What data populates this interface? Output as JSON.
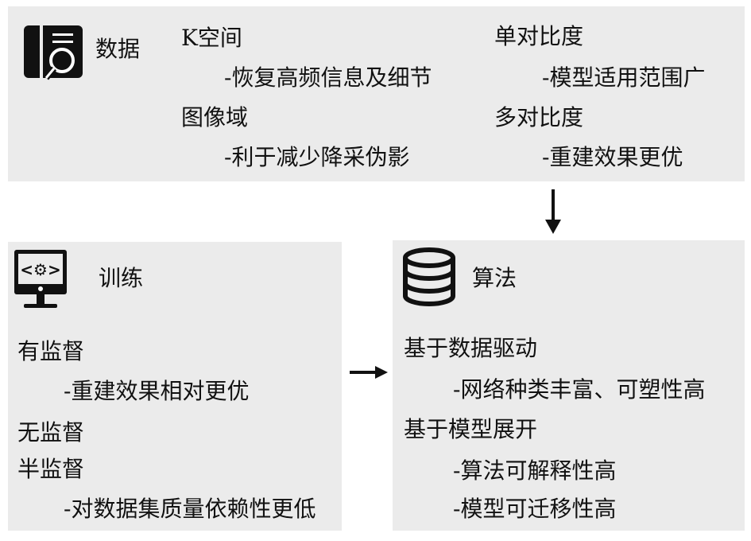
{
  "data_section": {
    "title": "数据",
    "items": [
      {
        "label": "K空间",
        "note": "-恢复高频信息及细节"
      },
      {
        "label": "图像域",
        "note": "-利于减少降采伪影"
      },
      {
        "label": "单对比度",
        "note": "-模型适用范围广"
      },
      {
        "label": "多对比度",
        "note": "-重建效果更优"
      }
    ]
  },
  "training_section": {
    "title": "训练",
    "items": [
      {
        "label": "有监督",
        "note": "-重建效果相对更优"
      },
      {
        "label": "无监督"
      },
      {
        "label": "半监督",
        "note": "-对数据集质量依赖性更低"
      }
    ]
  },
  "algorithm_section": {
    "title": "算法",
    "items": [
      {
        "label": "基于数据驱动",
        "note": "-网络种类丰富、可塑性高"
      },
      {
        "label": "基于模型展开",
        "note": "-算法可解释性高",
        "note2": "-模型可迁移性高"
      }
    ]
  }
}
